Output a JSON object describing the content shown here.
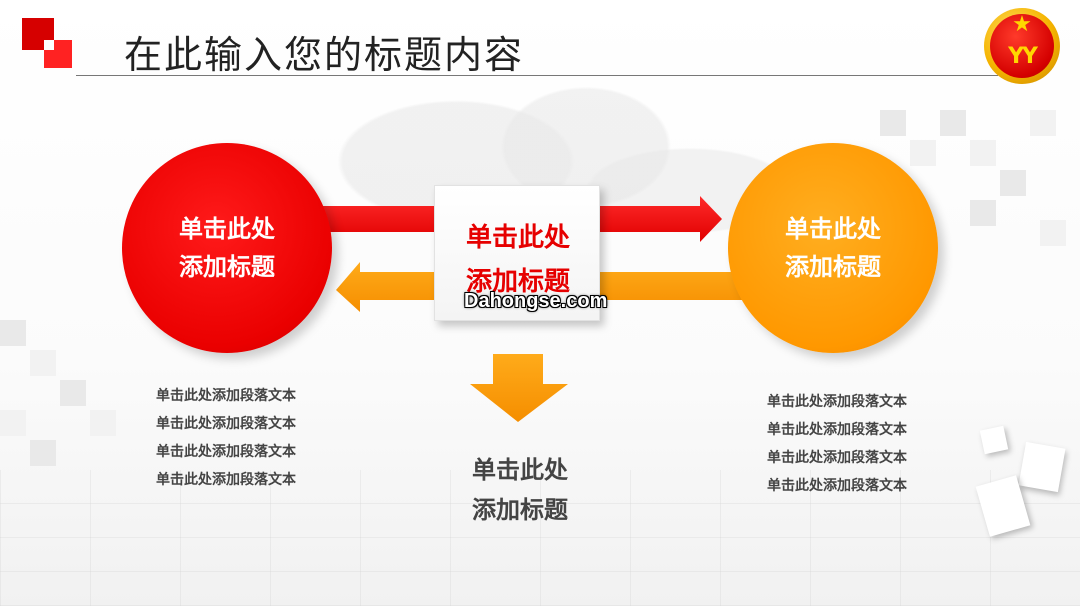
{
  "header": {
    "title": "在此输入您的标题内容",
    "emblem_text": "YY"
  },
  "colors": {
    "red": "#e60000",
    "orange": "#ff9800",
    "text": "#444444"
  },
  "left_circle": {
    "line1": "单击此处",
    "line2": "添加标题"
  },
  "right_circle": {
    "line1": "单击此处",
    "line2": "添加标题"
  },
  "center_box": {
    "line1": "单击此处",
    "line2": "添加标题"
  },
  "watermark": "Dahongse.com",
  "bottom_title": {
    "line1": "单击此处",
    "line2": "添加标题"
  },
  "left_paragraph": "单击此处添加段落文本单击此处添加段落文本单击此处添加段落文本单击此处添加段落文本",
  "right_paragraph": "单击此处添加段落文本单击此处添加段落文本单击此处添加段落文本单击此处添加段落文本"
}
